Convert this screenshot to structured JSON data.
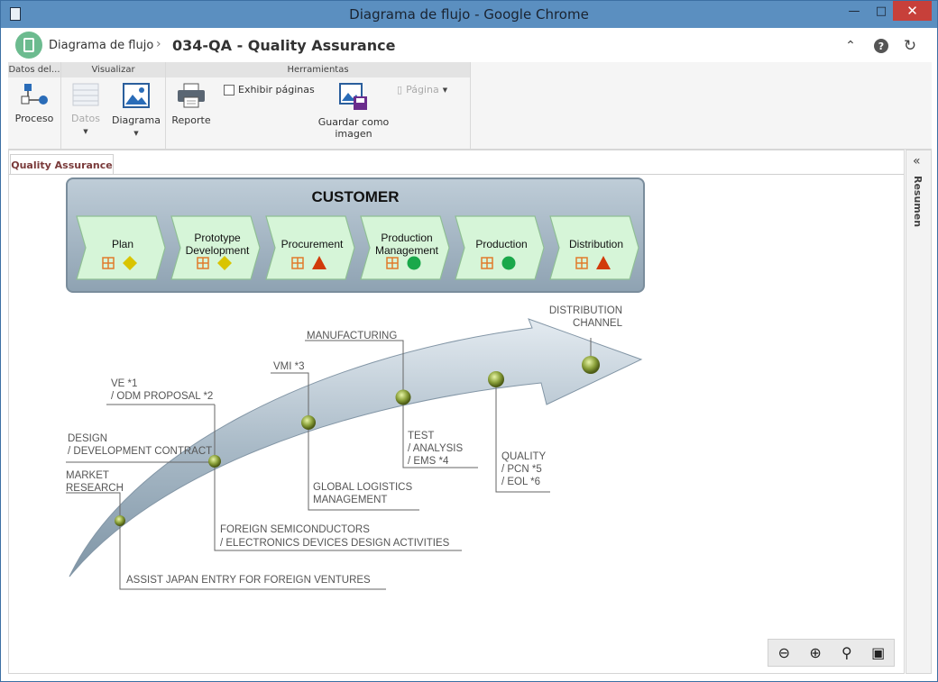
{
  "window": {
    "title": "Diagrama de flujo - Google Chrome",
    "controls": {
      "minimize": "—",
      "maximize": "□",
      "close": "✕"
    }
  },
  "appbar": {
    "breadcrumb": "Diagrama de flujo",
    "separator": "›",
    "title": "034-QA - Quality Assurance",
    "icons": {
      "collapse": "⌃",
      "help": "?",
      "refresh": "↻"
    }
  },
  "ribbon": {
    "groups": {
      "datos": "Datos del...",
      "visualizar": "Visualizar",
      "herramientas": "Herramientas"
    },
    "buttons": {
      "proceso": "Proceso",
      "datos": "Datos",
      "diagrama": "Diagrama",
      "reporte": "Reporte",
      "exhibir": "Exhibir páginas",
      "guardar_line1": "Guardar como",
      "guardar_line2": "imagen",
      "pagina": "Página"
    }
  },
  "tabs": [
    {
      "label": "Quality Assurance",
      "active": true
    }
  ],
  "sidepanel": {
    "label": "Resumen",
    "toggle": "«"
  },
  "diagram": {
    "pool_title": "CUSTOMER",
    "steps": [
      {
        "line1": "Plan",
        "line2": "",
        "status": "diamond",
        "status_color": "#d9c400"
      },
      {
        "line1": "Prototype",
        "line2": "Development",
        "status": "diamond",
        "status_color": "#d9c400"
      },
      {
        "line1": "Procurement",
        "line2": "",
        "status": "triangle",
        "status_color": "#d13a0a"
      },
      {
        "line1": "Production",
        "line2": "Management",
        "status": "circle",
        "status_color": "#1aa84a"
      },
      {
        "line1": "Production",
        "line2": "",
        "status": "circle",
        "status_color": "#1aa84a"
      },
      {
        "line1": "Distribution",
        "line2": "",
        "status": "triangle",
        "status_color": "#d13a0a"
      }
    ],
    "notes": {
      "market1": "MARKET",
      "market2": "RESEARCH",
      "design1": "DESIGN",
      "design2": "/ DEVELOPMENT CONTRACT",
      "ve1": "VE *1",
      "ve2": "/ ODM PROPOSAL *2",
      "vmi": "VMI *3",
      "manufacturing": "MANUFACTURING",
      "dist1": "DISTRIBUTION",
      "dist2": "CHANNEL",
      "test1": "TEST",
      "test2": "/ ANALYSIS",
      "test3": "/ EMS *4",
      "quality1": "QUALITY",
      "quality2": "/ PCN *5",
      "quality3": "/ EOL *6",
      "global1": "GLOBAL LOGISTICS",
      "global2": "MANAGEMENT",
      "foreign1": "FOREIGN SEMICONDUCTORS",
      "foreign2": "/ ELECTRONICS DEVICES DESIGN ACTIVITIES",
      "assist": "ASSIST JAPAN ENTRY FOR FOREIGN VENTURES"
    }
  },
  "zoom": {
    "zoom_out": "⊖",
    "zoom_in": "⊕",
    "search": "⚲",
    "fit": "▣"
  }
}
